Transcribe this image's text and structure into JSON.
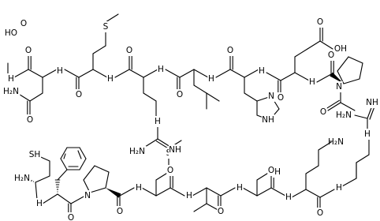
{
  "image": {
    "background": "#ffffff",
    "ink": "#000000"
  },
  "labels": {
    "h2n_cys": "H₂N",
    "sh_cys": "SH",
    "nh_phe": "H",
    "o_phe": "O",
    "n_pro1": "N",
    "o_pro1": "O",
    "nh_met1": "H",
    "s_met1": "S",
    "o_met1": "O",
    "nh_ile": "H",
    "o_ile": "O",
    "oh_ser": "OH",
    "nh_ser": "H",
    "o_ser": "O",
    "nh_lys": "H",
    "h2n_lys": "H₂N",
    "o_lys": "O",
    "h2n_arg1": "H₂N",
    "nh_arg1_eq": "NH",
    "nh_arg1_guan": "H",
    "nh_arg1": "H",
    "o_arg1": "O",
    "n_pro2": "N",
    "o_pro2": "O",
    "nh_glu": "H",
    "oh_glu": "OH",
    "o_glu_acid": "O",
    "o_glu": "O",
    "nh_his": "H",
    "n_his_ring": "N",
    "nh_his_ring": "NH",
    "o_his": "O",
    "nh_leu1": "H",
    "o_leu1": "O",
    "nh_arg2": "H",
    "h2n_arg2": "H₂N",
    "nh_arg2_eq": "NH",
    "nh_arg2_guan": "H",
    "o_arg2": "O",
    "s_met2": "S",
    "nh_met2": "H",
    "o_met2": "O",
    "nh_asn": "H",
    "h2n_asn": "H₂N",
    "o_asn_amide": "O",
    "o_asn": "O",
    "nh_leu2": "H",
    "ho_leu2": "HO",
    "o_leu2": "O"
  }
}
